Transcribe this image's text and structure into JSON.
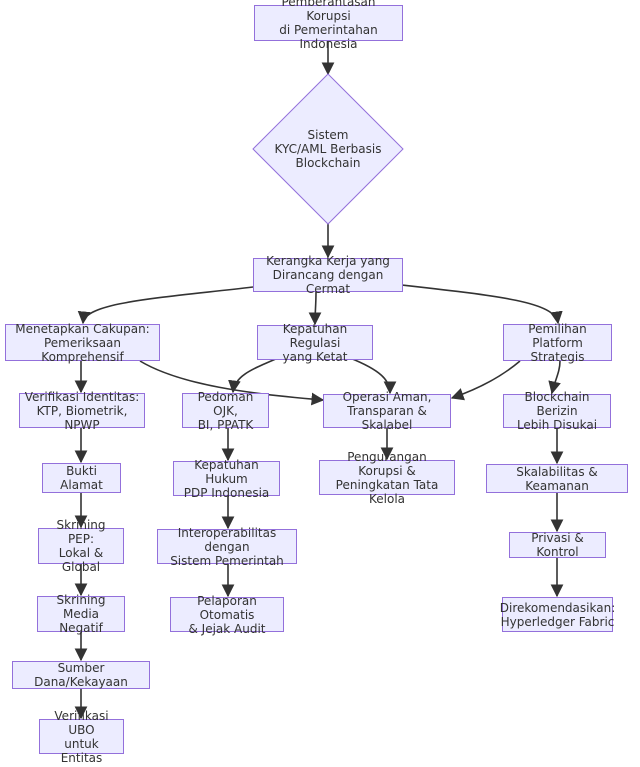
{
  "diagram": {
    "type": "flowchart",
    "colors": {
      "node_fill": "#ececff",
      "node_border": "#9370db",
      "text": "#333333",
      "edge": "#333333"
    },
    "nodes": {
      "top": "Pemberantasan Korupsi\ndi Pemerintahan Indonesia",
      "decision": "Sistem\nKYC/AML Berbasis\nBlockchain",
      "framework": "Kerangka Kerja yang\nDirancang dengan Cermat",
      "scope": "Menetapkan Cakupan:\nPemeriksaan Komprehensif",
      "compliance": "Kepatuhan Regulasi\nyang Ketat",
      "platform": "Pemilihan Platform\nStrategis",
      "identity": "Verifikasi Identitas:\nKTP, Biometrik, NPWP",
      "guidelines": "Pedoman OJK,\nBI, PPATK",
      "operations": "Operasi Aman,\nTransparan & Skalabel",
      "permissioned": "Blockchain Berizin\nLebih Disukai",
      "address": "Bukti Alamat",
      "pdp": "Kepatuhan Hukum\nPDP Indonesia",
      "reduction": "Pengurangan Korupsi &\nPeningkatan Tata Kelola",
      "scalability": "Skalabilitas & Keamanan",
      "pep": "Skrining PEP:\nLokal & Global",
      "interop": "Interoperabilitas dengan\nSistem Pemerintah",
      "privacy": "Privasi & Kontrol",
      "media": "Skrining Media\nNegatif",
      "reporting": "Pelaporan Otomatis\n& Jejak Audit",
      "hyperledger": "Direkomendasikan:\nHyperledger Fabric",
      "funds": "Sumber Dana/Kekayaan",
      "ubo": "Verifikasi UBO\nuntuk Entitas"
    }
  }
}
